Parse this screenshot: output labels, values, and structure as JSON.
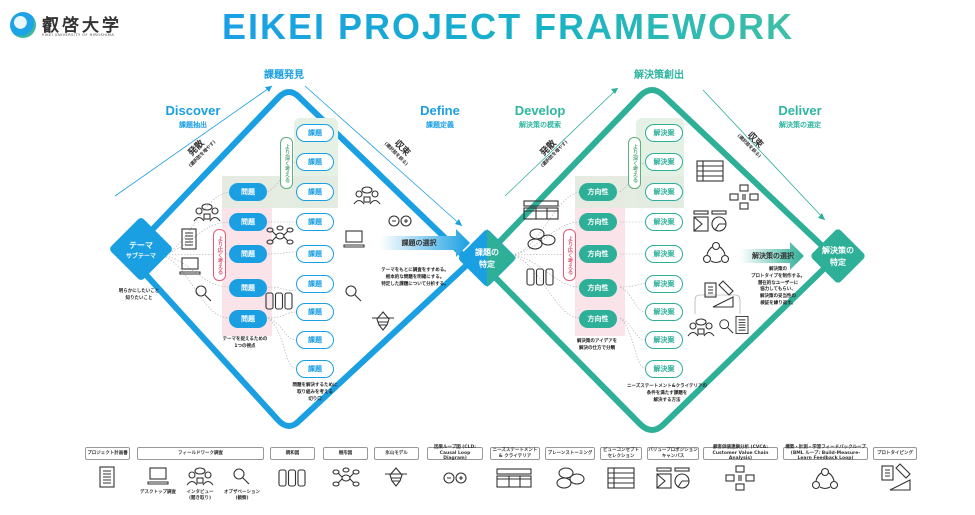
{
  "logo": {
    "name_jp": "叡啓大学",
    "name_en": "EIKEI UNIVERSITY OF HIROSHIMA"
  },
  "title": "EIKEI PROJECT FRAMEWORK",
  "colors": {
    "blue": "#1a9fe2",
    "teal": "#2eaf98",
    "pink_band": "#fbe3ea",
    "green_band": "#e4f1e4",
    "red_label": "#e45b77"
  },
  "diamond1": {
    "top_label": "課題発見",
    "left_phase": {
      "en": "Discover",
      "jp": "課題抽出"
    },
    "right_phase": {
      "en": "Define",
      "jp": "課題定義"
    },
    "diverge": {
      "main": "発散",
      "sub": "(選択肢を増やす)"
    },
    "converge": {
      "main": "収束",
      "sub": "(選択肢を絞る)"
    },
    "start": {
      "line1": "テーマ",
      "line2": "サブテーマ"
    },
    "start_note": [
      "明らかにしたいこと",
      "知りたいこと"
    ],
    "inner_pills": [
      "問題",
      "問題",
      "問題",
      "問題",
      "問題"
    ],
    "outer_pills": [
      "課題",
      "課題",
      "課題",
      "課題",
      "課題",
      "課題",
      "課題",
      "課題",
      "課題"
    ],
    "deep_label": "より深く考える",
    "wide_label": "より広く考える",
    "inner_note": [
      "テーマを捉えるための",
      "1つの視点"
    ],
    "outer_note": [
      "問題を解決するために",
      "取り組みを考える",
      "切り口"
    ],
    "selection": {
      "label": "課題の選択",
      "text": [
        "テーマをもとに調査をすすめる。",
        "根本的な問題を明確にする。",
        "特定した課題について分析する。"
      ]
    },
    "end": {
      "line1": "課題の",
      "line2": "特定"
    }
  },
  "diamond2": {
    "top_label": "解決策創出",
    "left_phase": {
      "en": "Develop",
      "jp": "解決策の模索"
    },
    "right_phase": {
      "en": "Deliver",
      "jp": "解決策の選定"
    },
    "diverge": {
      "main": "発散",
      "sub": "(選択肢を増やす)"
    },
    "converge": {
      "main": "収束",
      "sub": "(選択肢を絞る)"
    },
    "inner_pills": [
      "方向性",
      "方向性",
      "方向性",
      "方向性",
      "方向性"
    ],
    "outer_pills": [
      "解決案",
      "解決案",
      "解決案",
      "解決案",
      "解決案",
      "解決案",
      "解決案",
      "解決案",
      "解決案"
    ],
    "deep_label": "より深く考える",
    "wide_label": "より広く考える",
    "inner_note": [
      "解決策のアイデアを",
      "解決の仕方で分類"
    ],
    "outer_note": [
      "ニーズステートメント&クライテリアの",
      "条件を満たす課題を",
      "解決する方法"
    ],
    "selection": {
      "label": "解決策の選択",
      "text": [
        "解決策の",
        "プロトタイプを制作する。",
        "潜在的なユーザーに",
        "協力してもらい、",
        "解決策の妥当性の",
        "検証を繰り返す。"
      ]
    },
    "end": {
      "line1": "解決策の",
      "line2": "特定"
    }
  },
  "methods": [
    {
      "label": "プロジェクト計画書",
      "icon": "document-icon"
    },
    {
      "label": "フィールドワーク調査",
      "subs": [
        {
          "label": "デスクトップ調査",
          "icon": "laptop-icon"
        },
        {
          "label": "インタビュー (聞き取り)",
          "icon": "interview-icon"
        },
        {
          "label": "オブザベーション (観察)",
          "icon": "magnifier-icon"
        }
      ]
    },
    {
      "label": "親和図",
      "icon": "affinity-icon"
    },
    {
      "label": "樹形図",
      "icon": "mindmap-icon"
    },
    {
      "label": "氷山モデル",
      "icon": "iceberg-icon"
    },
    {
      "label": "因果ループ図 (CLD: Causal Loop Diagram)",
      "icon": "causal-loop-icon"
    },
    {
      "label": "ニーズステートメント& クライテリア",
      "icon": "needs-statement-icon"
    },
    {
      "label": "ブレーンストーミング",
      "icon": "brainstorm-icon"
    },
    {
      "label": "ビューコンセプト セレクション",
      "icon": "concept-selection-icon"
    },
    {
      "label": "バリュープロポジション キャンバス",
      "icon": "value-canvas-icon"
    },
    {
      "label": "顧客価値連鎖分析 (CVCA: Customer Value Chain Analysis)",
      "icon": "cvca-icon"
    },
    {
      "label": "構築・計測・学習フィードバックループ (BML ループ: Build-Measure-Learn Feedback Loop)",
      "icon": "bml-loop-icon"
    },
    {
      "label": "プロトタイピング",
      "icon": "prototyping-icon"
    }
  ]
}
